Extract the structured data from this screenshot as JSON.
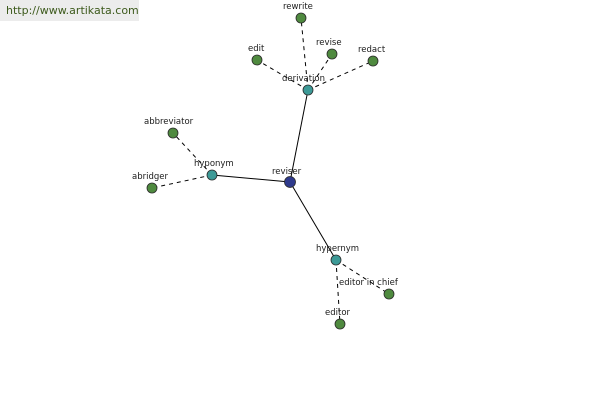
{
  "banner": {
    "url": "http://www.artikata.com"
  },
  "colors": {
    "center": "#2f3a8c",
    "relation": "#3d9a97",
    "leaf": "#4f8a3f"
  },
  "graph": {
    "center": "reviser",
    "relations": [
      {
        "name": "derivation",
        "words": [
          "rewrite",
          "edit",
          "revise",
          "redact"
        ]
      },
      {
        "name": "hyponym",
        "words": [
          "abbreviator",
          "abridger"
        ]
      },
      {
        "name": "hypernym",
        "words": [
          "editor in chief",
          "editor"
        ]
      }
    ]
  }
}
